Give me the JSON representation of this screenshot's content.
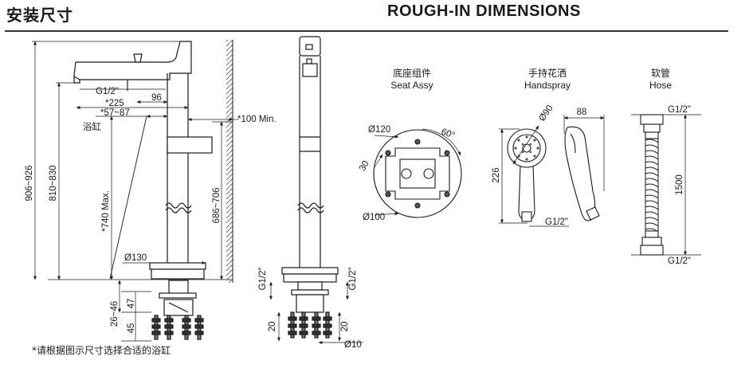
{
  "header": {
    "title_cn": "安装尺寸",
    "title_en": "ROUGH-IN DIMENSIONS"
  },
  "faucet": {
    "dim_total_height": "906~926",
    "dim_spout_height": "810~830",
    "dim_max": "*740 Max.",
    "dim_body_height": "686~706",
    "dim_thread": "G1/2\"",
    "dim_96": "96",
    "dim_reach": "*225",
    "dim_offset": "*57~87",
    "label_tub": "浴缸",
    "dim_min": "*100 Min.",
    "dim_base": "Ø130",
    "dim_26_46": "26~46",
    "dim_47": "47",
    "dim_45": "45"
  },
  "side": {
    "dim_g_left": "G1/2\"",
    "dim_g_right": "G1/2\"",
    "dim_20_left": "20",
    "dim_20_right": "20",
    "dim_d10": "Ø10"
  },
  "seat": {
    "title_cn": "底座组件",
    "title_en": "Seat Assy",
    "dim_d120": "Ø120",
    "dim_60": "60°",
    "dim_30": "30",
    "dim_d100": "Ø100"
  },
  "handspray": {
    "title_cn": "手持花洒",
    "title_en": "Handspray",
    "dim_d90": "Ø90",
    "dim_88": "88",
    "dim_226": "226",
    "dim_g": "G1/2\""
  },
  "hose": {
    "title_cn": "软管",
    "title_en": "Hose",
    "dim_g_top": "G1/2\"",
    "dim_1500": "1500",
    "dim_g_bottom": "G1/2\""
  },
  "footnote": "*请根据图示尺寸选择合适的浴缸"
}
